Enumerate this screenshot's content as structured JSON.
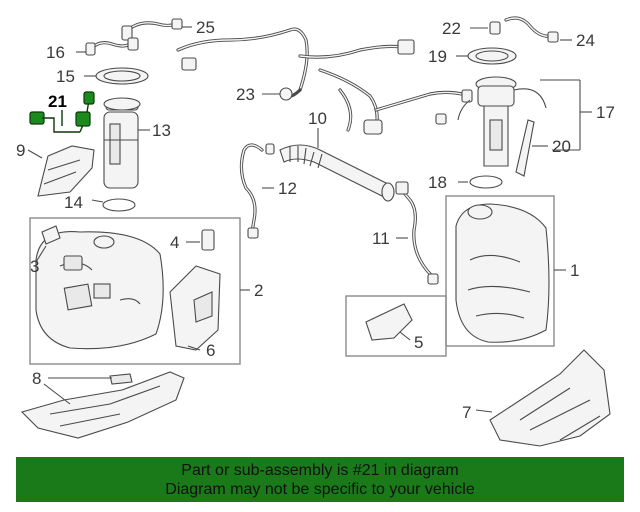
{
  "diagram": {
    "callouts": [
      "1",
      "2",
      "3",
      "4",
      "5",
      "6",
      "7",
      "8",
      "9",
      "10",
      "11",
      "12",
      "13",
      "14",
      "15",
      "16",
      "17",
      "18",
      "19",
      "20",
      "21",
      "22",
      "23",
      "24",
      "25"
    ],
    "highlight_color": "#1a7a1a"
  },
  "banner": {
    "line1": "Part or sub-assembly is #21 in diagram",
    "line2": "Diagram may not be specific to your vehicle"
  }
}
